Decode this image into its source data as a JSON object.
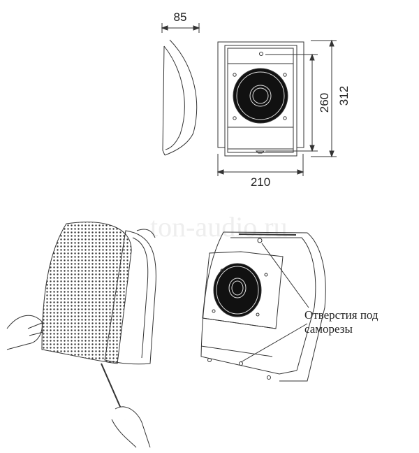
{
  "dimensions": {
    "depth": "85",
    "width": "210",
    "hole_spacing": "260",
    "height": "312"
  },
  "callout": {
    "line1": "Отверстия под",
    "line2": "саморезы"
  },
  "watermark": "ton-audio.ru"
}
